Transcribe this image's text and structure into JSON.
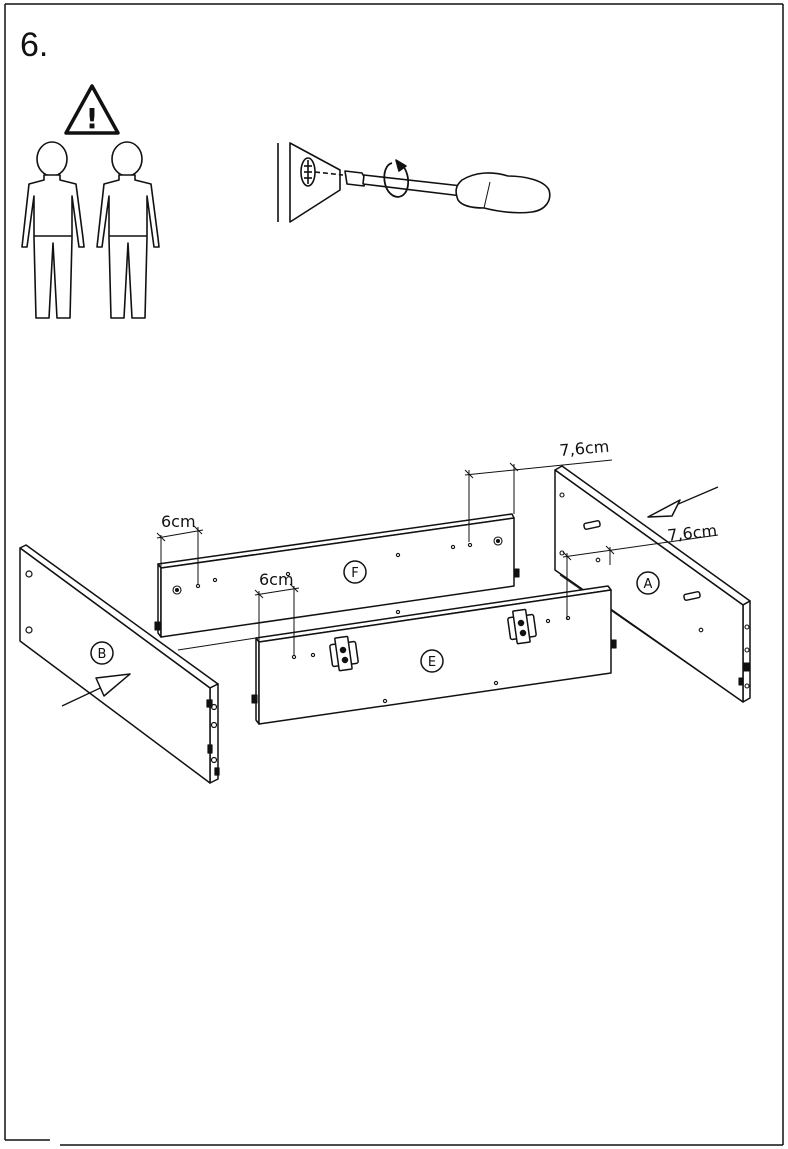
{
  "step": {
    "number": "6."
  },
  "warning": {
    "icon": "warning-triangle-icon",
    "symbol": "!",
    "people_icon": "two-persons-icon"
  },
  "tool": {
    "icon": "screwdriver-icon"
  },
  "parts": {
    "A": "A",
    "B": "B",
    "E": "E",
    "F": "F"
  },
  "dimensions": {
    "f_left_offset": "6cm",
    "e_left_offset": "6cm",
    "f_right_offset": "7,6cm",
    "a_offset": "7,6cm"
  },
  "colors": {
    "line": "#111111",
    "paper": "#ffffff"
  }
}
